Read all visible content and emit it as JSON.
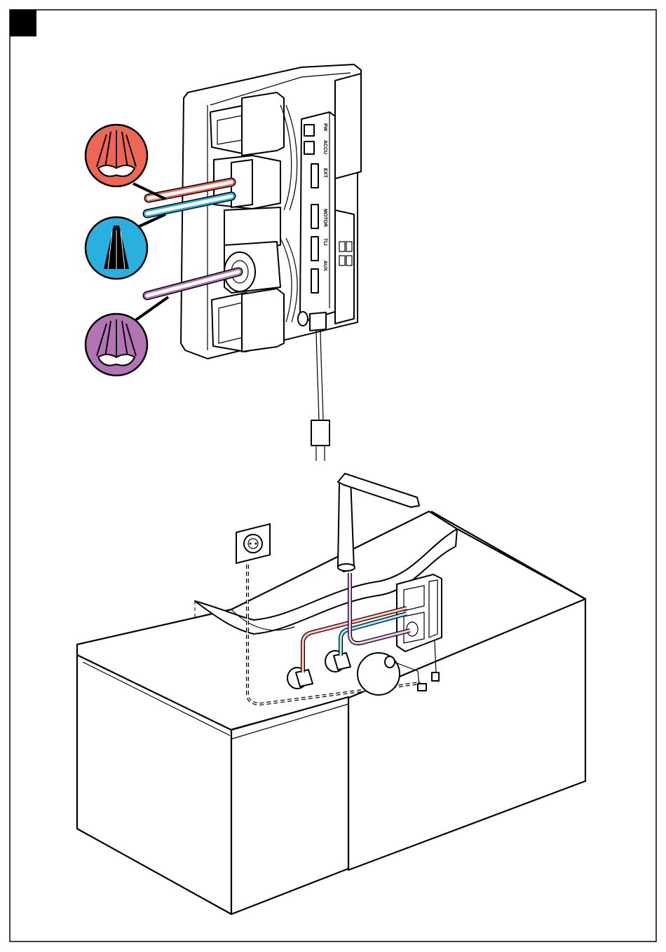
{
  "colors": {
    "hot": "#ee6655",
    "cold": "#2ab0df",
    "mixed": "#b473b4",
    "outline": "#000000",
    "paper": "#ffffff"
  },
  "icons": [
    {
      "name": "hot-water-icon",
      "color_key": "hot"
    },
    {
      "name": "cold-water-icon",
      "color_key": "cold"
    },
    {
      "name": "mixed-water-icon",
      "color_key": "mixed"
    }
  ],
  "unit_labels": {
    "label_1": "PW",
    "label_2": "ACCU",
    "label_3": "EXT",
    "label_4": "MOTOR",
    "label_5": "TLI",
    "label_6": "AUX"
  }
}
